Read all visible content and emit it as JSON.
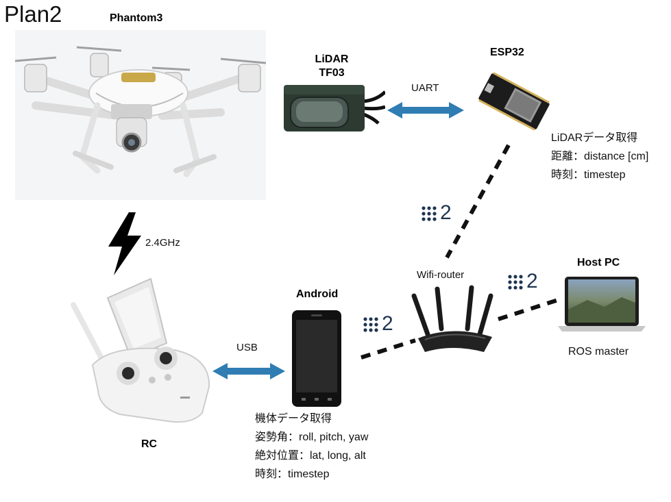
{
  "title": "Plan2",
  "nodes": {
    "phantom": {
      "label": "Phantom3"
    },
    "lidar": {
      "label_line1": "LiDAR",
      "label_line2": "TF03"
    },
    "esp32": {
      "label": "ESP32"
    },
    "rc": {
      "label": "RC"
    },
    "android": {
      "label": "Android"
    },
    "router": {
      "label": "Wifi-router"
    },
    "hostpc": {
      "label": "Host PC",
      "sub": "ROS master"
    }
  },
  "links": {
    "uart": "UART",
    "usb": "USB",
    "radio": "2.4GHz",
    "wifi_symbol": "2"
  },
  "notes": {
    "esp32": [
      "LiDARデータ取得",
      "距離：distance [cm]",
      "時刻：timestep"
    ],
    "android": [
      "機体データ取得",
      "姿勢角：roll, pitch, yaw",
      "絶対位置：lat, long, alt",
      "時刻：timestep"
    ]
  },
  "colors": {
    "arrow": "#2f7db3",
    "dashed": "#111111",
    "wifi": "#1f3550"
  }
}
